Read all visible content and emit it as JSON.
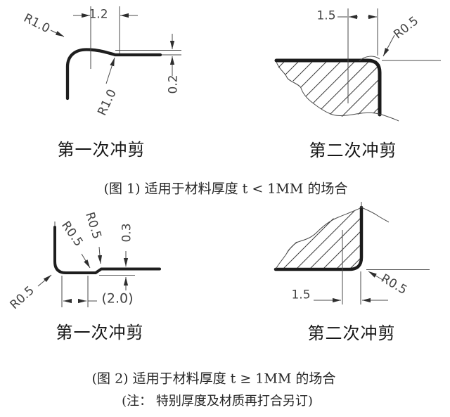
{
  "colors": {
    "profile_line": "#1e1e1e",
    "thin_line": "#4a4a4a",
    "dim_text": "#424242",
    "caption_text": "#161616",
    "background": "#ffffff"
  },
  "fig1": {
    "caption": "(图 1)  适用于材料厚度 t < 1MM 的场合",
    "first_shear": {
      "title": "第一次冲剪",
      "dim_width": "1.2",
      "dim_offset": "0.2",
      "radius_outer": "R1.0",
      "radius_inner": "R1.0"
    },
    "second_shear": {
      "title": "第二次冲剪",
      "dim_width": "1.5",
      "radius": "R0.5"
    }
  },
  "fig2": {
    "caption": "(图 2)   适用于材料厚度 t ≥ 1MM 的场合",
    "note": "(注：  特别厚度及材质再打合另订)",
    "first_shear": {
      "title": "第一次冲剪",
      "radius_corner": "R0.5",
      "radius_step_a": "R0.5",
      "radius_step_b": "R0.5",
      "dim_height": "0.3",
      "dim_width": "(2.0)"
    },
    "second_shear": {
      "title": "第二次冲剪",
      "dim_width": "1.5",
      "radius": "R0.5"
    }
  }
}
